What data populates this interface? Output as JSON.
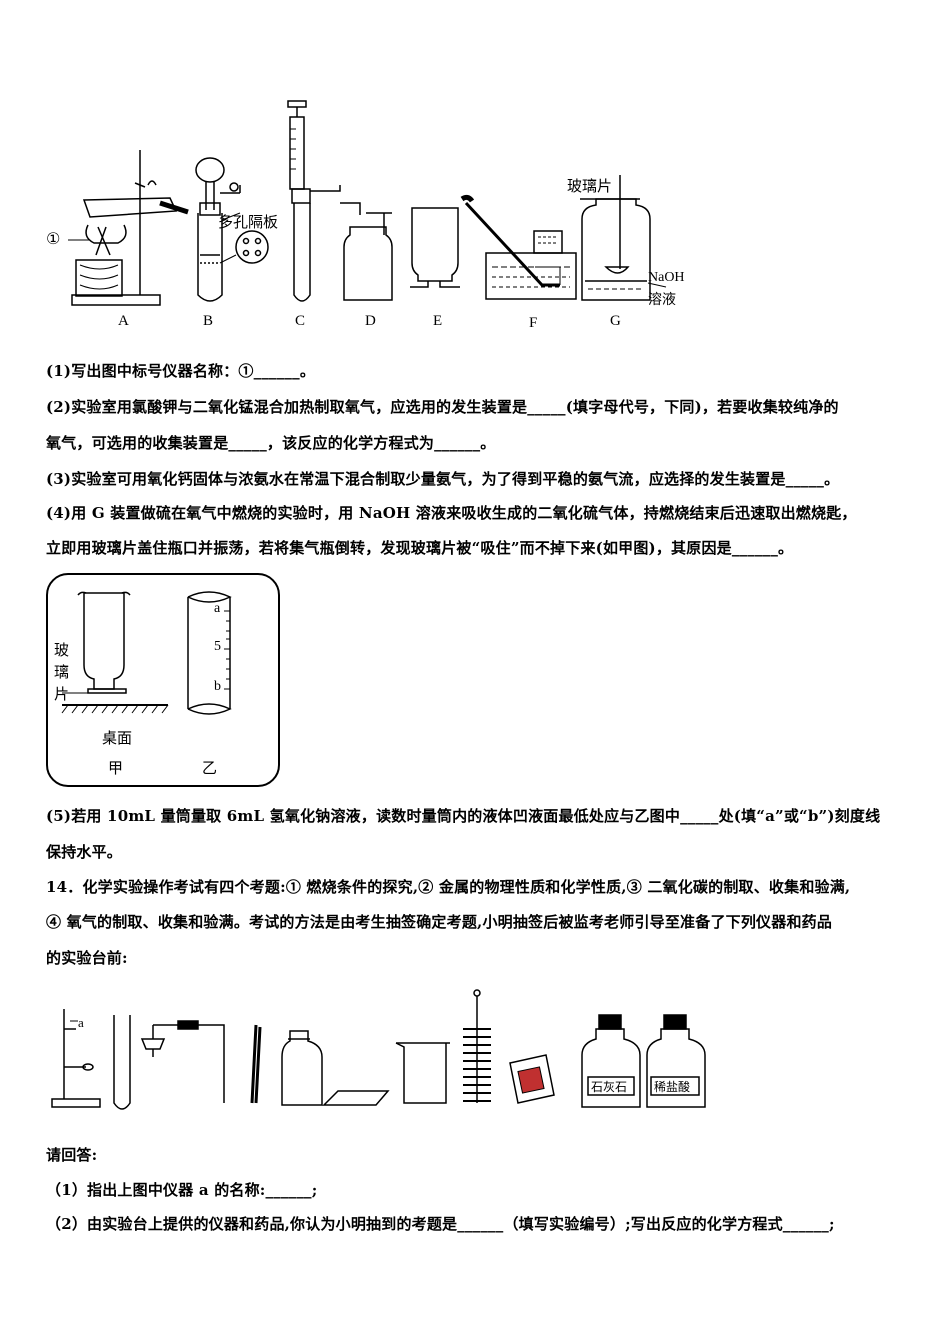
{
  "figure1": {
    "labels": [
      "A",
      "B",
      "C",
      "D",
      "E",
      "F",
      "G"
    ],
    "circle_label": "①",
    "perforated_plate": "多孔隔板",
    "glass_plate": "玻璃片",
    "naoh": "NaOH",
    "solution": "溶液"
  },
  "questions": {
    "q1": "(1)写出图中标号仪器名称：①______。",
    "q2a": "(2)实验室用氯酸钾与二氧化锰混合加热制取氧气，应选用的发生装置是_____(填字母代号，下同)，若要收集较纯净的",
    "q2b": "氧气，可选用的收集装置是_____，该反应的化学方程式为______。",
    "q3": "(3)实验室可用氧化钙固体与浓氨水在常温下混合制取少量氨气，为了得到平稳的氨气流，应选择的发生装置是_____。",
    "q4a": "(4)用 G 装置做硫在氧气中燃烧的实验时，用 NaOH 溶液来吸收生成的二氧化硫气体，持燃烧结束后迅速取出燃烧匙，",
    "q4b": "立即用玻璃片盖住瓶口并振荡，若将集气瓶倒转，发现玻璃片被“吸住”而不掉下来(如甲图)，其原因是______。",
    "q5a": "(5)若用 10mL 量筒量取 6mL 氢氧化钠溶液，读数时量筒内的液体凹液面最低处应与乙图中_____处(填“a”或“b”)刻度线",
    "q5b": "保持水平。"
  },
  "figure2": {
    "glass_chars": [
      "玻",
      "璃",
      "片"
    ],
    "desk": "桌面",
    "jia": "甲",
    "yi": "乙",
    "mark_a": "a",
    "mark_5": "5",
    "mark_b": "b"
  },
  "q14": {
    "l1": "14．化学实验操作考试有四个考题:① 燃烧条件的探究,② 金属的物理性质和化学性质,③ 二氧化碳的制取、收集和验满,",
    "l2": "④ 氧气的制取、收集和验满。考试的方法是由考生抽签确定考题,小明抽签后被监考老师引导至准备了下列仪器和药品",
    "l3": "的实验台前:"
  },
  "figure3": {
    "label_a": "a",
    "limestone": "石灰石",
    "dilute_hcl": "稀盐酸"
  },
  "answer": {
    "prompt": "请回答:",
    "s1": "（1）指出上图中仪器 a 的名称:______;",
    "s2": "（2）由实验台上提供的仪器和药品,你认为小明抽到的考题是______（填写实验编号）;写出反应的化学方程式______;"
  }
}
